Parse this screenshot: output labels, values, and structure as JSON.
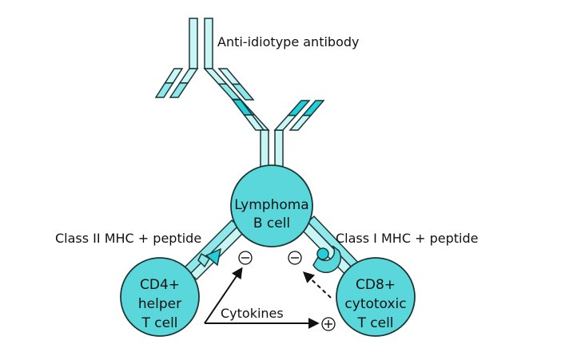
{
  "labels": {
    "antibody": "Anti-idiotype antibody",
    "class2": "Class II MHC + peptide",
    "class1": "Class I MHC + peptide",
    "cytokines": "Cytokines"
  },
  "cells": {
    "lymphoma": [
      "Lymphoma",
      "B cell"
    ],
    "cd4": [
      "CD4+",
      "helper",
      "T cell"
    ],
    "cd8": [
      "CD8+",
      "cytotoxic",
      "T cell"
    ]
  },
  "signs": {
    "minus_left": "−",
    "minus_right": "−",
    "plus": "+"
  },
  "colors": {
    "light": "#c9f5f5",
    "mid": "#8ee7e8",
    "dark": "#22cfd8",
    "cell": "#5ad7db",
    "stroke": "#1c3535"
  }
}
